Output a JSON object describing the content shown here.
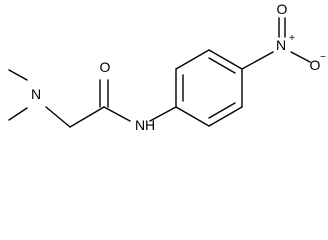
{
  "molecule": {
    "atoms": {
      "amine_n": "N",
      "carbonyl_o": "O",
      "amide_nh": "N",
      "amide_h": "H",
      "nitro_n": "N",
      "nitro_n_charge": "+",
      "nitro_o_top": "O",
      "nitro_o_right": "O",
      "nitro_o_charge": "−"
    }
  }
}
